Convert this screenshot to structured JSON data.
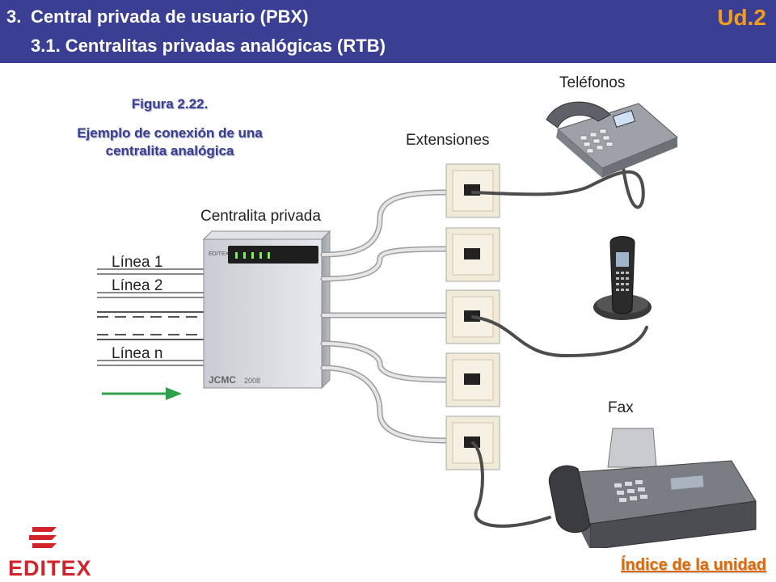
{
  "header": {
    "section_number": "3.",
    "section_title": "Central privada de usuario (PBX)",
    "subsection_title": "3.1. Centralitas privadas analógicas (RTB)",
    "unit_badge": "Ud.2"
  },
  "figure": {
    "label": "Figura 2.22.",
    "caption_line1": "Ejemplo de conexión de una",
    "caption_line2": "centralita analógica"
  },
  "diagram": {
    "pbx_label": "Centralita privada",
    "lines": [
      "Línea 1",
      "Línea 2",
      "Línea n"
    ],
    "extensions_label": "Extensiones",
    "phones_label": "Teléfonos",
    "fax_label": "Fax",
    "device_brand": "EDITEX",
    "device_model": "JCMC",
    "device_year": "2008"
  },
  "footer": {
    "brand": "EDITEX",
    "index_link": "Índice de la unidad"
  }
}
